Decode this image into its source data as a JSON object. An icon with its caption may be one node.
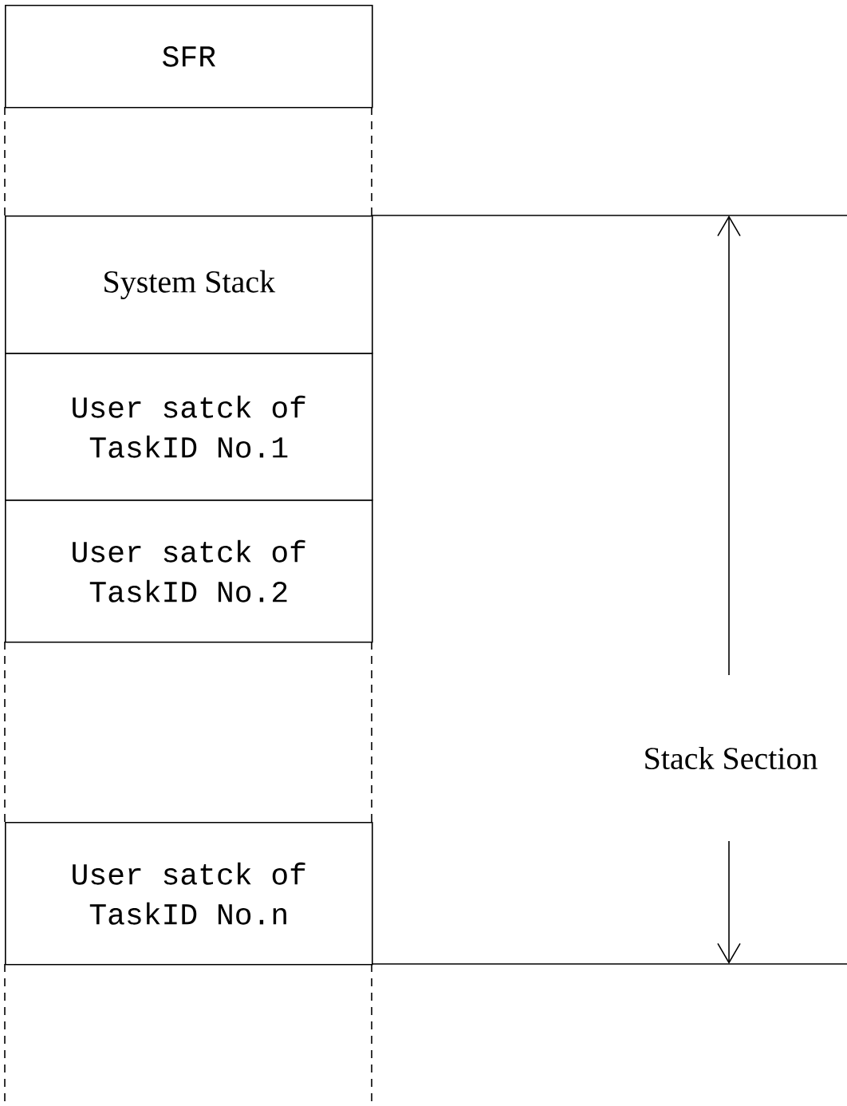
{
  "diagram": {
    "nodes": [
      {
        "text": [
          "SFR"
        ]
      },
      {
        "text": [
          "System Stack"
        ]
      },
      {
        "text": [
          "User satck of TaskID No.1"
        ]
      },
      {
        "text": [
          "User satck of TaskID No.2"
        ]
      },
      {
        "text": [
          "User satck of TaskID No.n"
        ]
      }
    ],
    "labels": [
      "Stack Section"
    ]
  }
}
